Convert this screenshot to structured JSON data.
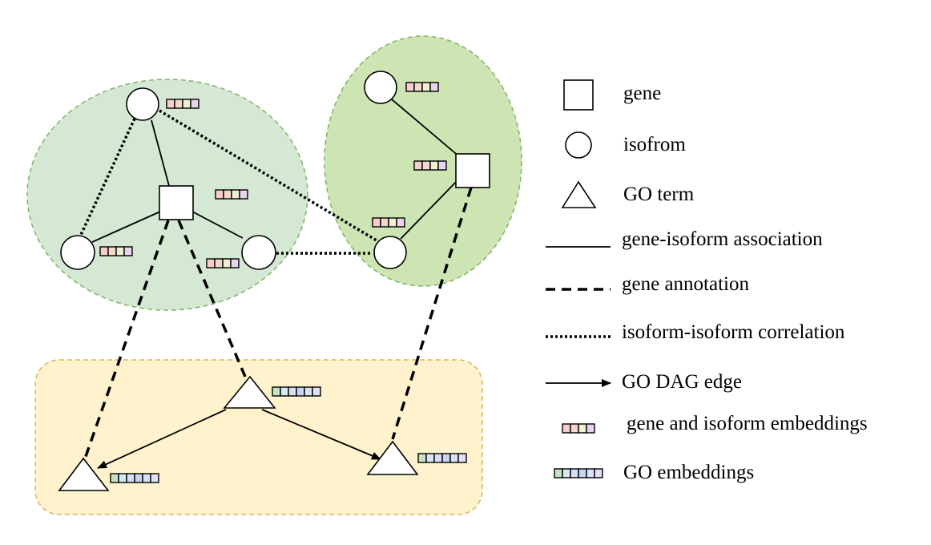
{
  "colors": {
    "left_cluster_fill": "#d5e8d4",
    "right_cluster_fill": "#cce5b3",
    "cluster_border": "#82b366",
    "go_region_fill": "#fff2cc",
    "go_region_border": "#d6b656",
    "node_stroke": "#000000",
    "gene_embedding_cells": [
      "#f8cecc",
      "#f3d9c9",
      "#eef0d0",
      "#e8d4ee"
    ],
    "go_embedding_cells": [
      "#c6e2c3",
      "#d6e8f3",
      "#dcdcf5",
      "#c9d4f5",
      "#d7e3f7",
      "#e3e0f5"
    ]
  },
  "legend": {
    "gene": "gene",
    "isoform": "isofrom",
    "go_term": "GO term",
    "gene_isoform_association": "gene-isoform association",
    "gene_annotation": "gene annotation",
    "isoform_isoform_correlation": "isoform-isoform correlation",
    "go_dag_edge": "GO DAG edge",
    "gene_isoform_embeddings": "gene and isoform embeddings",
    "go_embeddings": "GO embeddings"
  },
  "graph": {
    "nodes": [
      {
        "id": "iso_left_top",
        "type": "isoform"
      },
      {
        "id": "gene_left",
        "type": "gene"
      },
      {
        "id": "iso_left_left",
        "type": "isoform"
      },
      {
        "id": "iso_left_right",
        "type": "isoform"
      },
      {
        "id": "iso_right_top",
        "type": "isoform"
      },
      {
        "id": "gene_right",
        "type": "gene"
      },
      {
        "id": "iso_right_bottom",
        "type": "isoform"
      },
      {
        "id": "go_top",
        "type": "go_term"
      },
      {
        "id": "go_left",
        "type": "go_term"
      },
      {
        "id": "go_right",
        "type": "go_term"
      }
    ],
    "edges": [
      {
        "from": "iso_left_top",
        "to": "gene_left",
        "type": "gene-isoform association"
      },
      {
        "from": "gene_left",
        "to": "iso_left_left",
        "type": "gene-isoform association"
      },
      {
        "from": "gene_left",
        "to": "iso_left_right",
        "type": "gene-isoform association"
      },
      {
        "from": "iso_right_top",
        "to": "gene_right",
        "type": "gene-isoform association"
      },
      {
        "from": "gene_right",
        "to": "iso_right_bottom",
        "type": "gene-isoform association"
      },
      {
        "from": "iso_left_top",
        "to": "iso_left_left",
        "type": "isoform-isoform correlation"
      },
      {
        "from": "iso_left_top",
        "to": "iso_right_bottom",
        "type": "isoform-isoform correlation"
      },
      {
        "from": "iso_left_right",
        "to": "iso_right_bottom",
        "type": "isoform-isoform correlation"
      },
      {
        "from": "gene_left",
        "to": "go_left",
        "type": "gene annotation"
      },
      {
        "from": "gene_left",
        "to": "go_top",
        "type": "gene annotation"
      },
      {
        "from": "gene_right",
        "to": "go_right",
        "type": "gene annotation"
      },
      {
        "from": "go_top",
        "to": "go_left",
        "type": "GO DAG edge"
      },
      {
        "from": "go_top",
        "to": "go_right",
        "type": "GO DAG edge"
      }
    ]
  }
}
